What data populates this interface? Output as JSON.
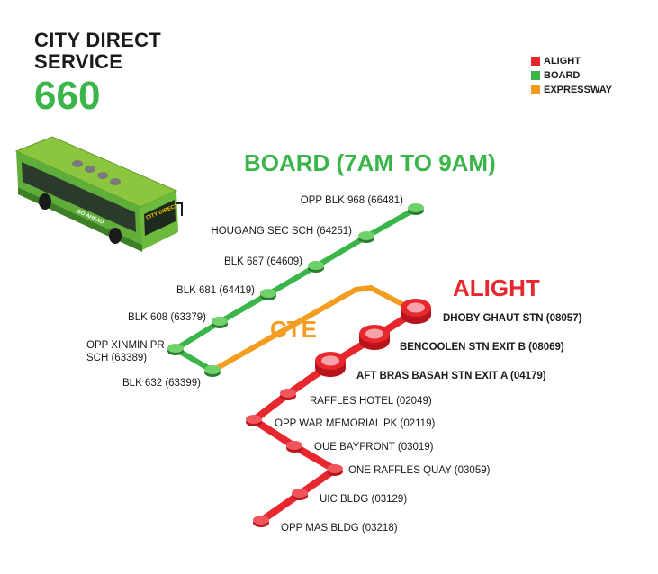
{
  "title": {
    "line1": "CITY DIRECT",
    "line2": "SERVICE",
    "number": "660"
  },
  "legend": [
    {
      "label": "ALIGHT",
      "color": "#e8262d"
    },
    {
      "label": "BOARD",
      "color": "#3ab54a"
    },
    {
      "label": "EXPRESSWAY",
      "color": "#f39c1f"
    }
  ],
  "headings": {
    "board": "BOARD (7AM TO 9AM)",
    "alight": "ALIGHT",
    "expressway": "CTE"
  },
  "bus": {
    "sign": "CITY DIRECT",
    "brand": "GO AHEAD"
  },
  "board_stops": [
    "OPP BLK 968 (66481)",
    "HOUGANG SEC SCH (64251)",
    "BLK 687 (64609)",
    "BLK 681 (64419)",
    "BLK 608 (63379)",
    [
      "OPP XINMIN PR",
      "SCH (63389)"
    ],
    "BLK 632 (63399)"
  ],
  "alight_stops": [
    "DHOBY GHAUT STN (08057)",
    "BENCOOLEN STN EXIT B (08069)",
    "AFT BRAS BASAH STN EXIT A (04179)",
    "RAFFLES HOTEL (02049)",
    "OPP WAR MEMORIAL PK (02119)",
    "OUE BAYFRONT (03019)",
    "ONE RAFFLES QUAY (03059)",
    "UIC BLDG (03129)",
    "OPP MAS BLDG (03218)"
  ]
}
